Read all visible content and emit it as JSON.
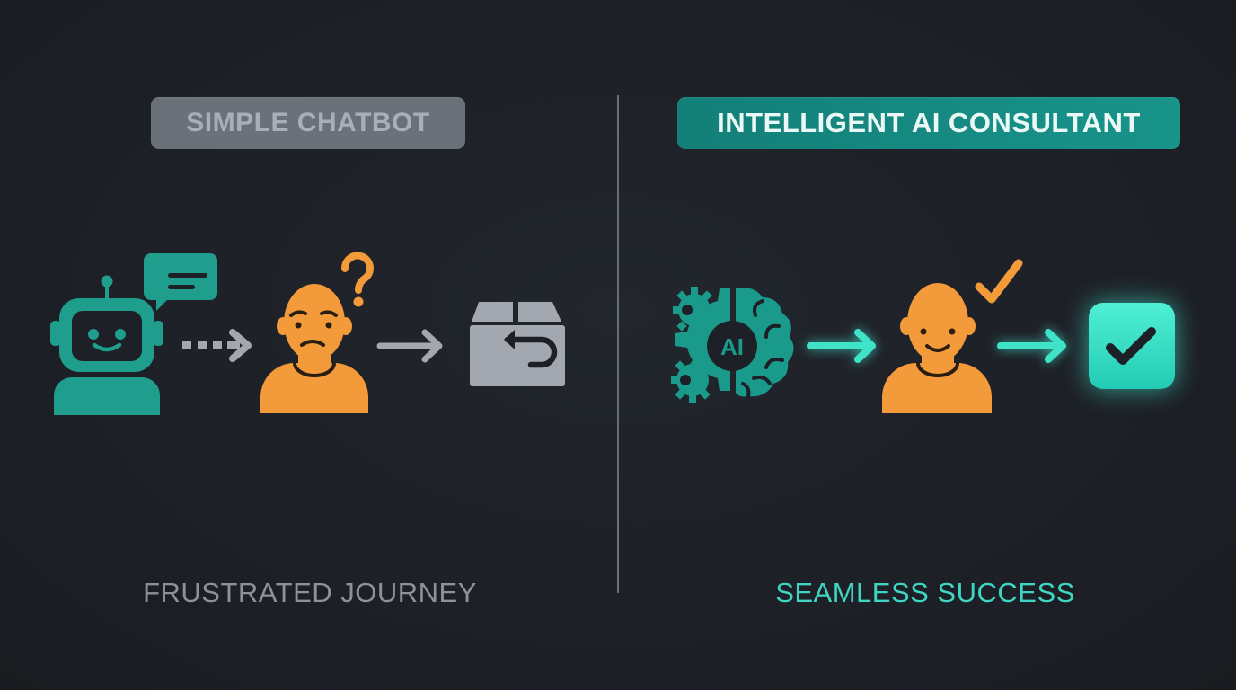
{
  "left_panel": {
    "title": "SIMPLE CHATBOT",
    "caption": "FRUSTRATED JOURNEY",
    "flow": [
      {
        "icon": "robot-chatbot-icon",
        "label": "Chatbot"
      },
      {
        "icon": "dotted-arrow-right-icon",
        "label": ""
      },
      {
        "icon": "confused-person-icon",
        "label": "Confused customer"
      },
      {
        "icon": "arrow-right-icon",
        "label": ""
      },
      {
        "icon": "return-box-icon",
        "label": "Product return"
      }
    ]
  },
  "right_panel": {
    "title": "INTELLIGENT AI CONSULTANT",
    "caption": "SEAMLESS SUCCESS",
    "ai_label": "AI",
    "flow": [
      {
        "icon": "ai-brain-gear-icon",
        "label": "AI consultant"
      },
      {
        "icon": "glowing-arrow-right-icon",
        "label": ""
      },
      {
        "icon": "happy-person-icon",
        "label": "Satisfied customer"
      },
      {
        "icon": "glowing-arrow-right-icon",
        "label": ""
      },
      {
        "icon": "checkmark-box-icon",
        "label": "Success"
      }
    ]
  },
  "colors": {
    "background": "#1d2026",
    "left_badge": "#6b7179",
    "left_badge_text": "#a9afb7",
    "right_badge": "#16897f",
    "right_badge_text": "#eaf8f6",
    "teal_icon": "#1a9a8a",
    "bright_teal": "#3fe3c8",
    "orange": "#f39a3b",
    "gray_icon": "#9aa0a8",
    "left_caption": "#8d9299",
    "right_caption": "#3ed6c2"
  }
}
